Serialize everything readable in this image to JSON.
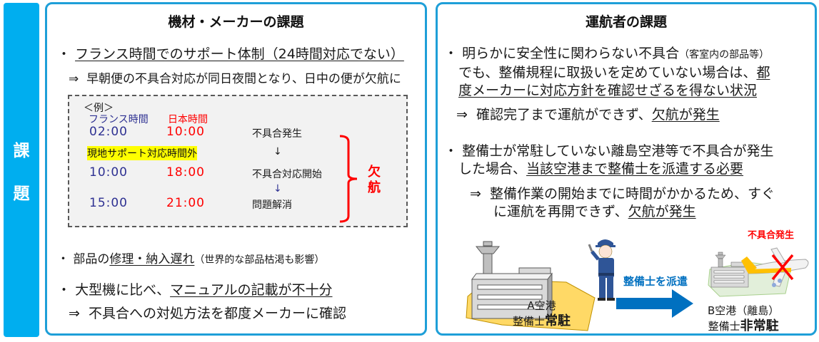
{
  "side_tab": {
    "chars": [
      "課",
      "題"
    ]
  },
  "left_panel": {
    "title": "機材・メーカーの課題",
    "bullet1": {
      "bullet": "・",
      "text": "フランス時間でのサポート体制（24時間対応でない）"
    },
    "bullet1_sub": {
      "arrow": "⇒",
      "text": "早朝便の不具合対応が同日夜間となり、日中の便が欠航に"
    },
    "example": {
      "label": "＜例＞",
      "col_france": "フランス時間",
      "col_japan": "日本時間",
      "rows": [
        {
          "france": "02:00",
          "japan": "10:00",
          "event": "不具合発生"
        },
        {
          "france": "10:00",
          "japan": "18:00",
          "event": "不具合対応開始"
        },
        {
          "france": "15:00",
          "japan": "21:00",
          "event": "問題解消"
        }
      ],
      "highlight_note": "現地サポート対応時間外",
      "down_arrow": "↓",
      "result": "欠航"
    },
    "bullet2": {
      "bullet": "・",
      "prefix": "部品の",
      "underlined": "修理・納入遅れ",
      "note": "（世界的な部品枯渇も影響）"
    },
    "bullet3": {
      "bullet": "・",
      "prefix": "大型機に比べ、",
      "underlined": "マニュアルの記載が不十分"
    },
    "bullet3_sub": {
      "arrow": "⇒",
      "text": "不具合への対処方法を都度メーカーに確認"
    }
  },
  "right_panel": {
    "title": "運航者の課題",
    "bullet1": {
      "bullet": "・",
      "line1": "明らかに安全性に関わらない不具合",
      "line1_note": "（客室内の部品等）",
      "line2_prefix": "でも、整備規程に取扱いを定めていない場合は、",
      "line2_underlined": "都",
      "line3_underlined": "度メーカーに対応方針を確認せざるを得ない状況"
    },
    "bullet1_sub": {
      "arrow": "⇒",
      "prefix": "確認完了まで運航ができず、",
      "underlined": "欠航が発生"
    },
    "bullet2": {
      "bullet": "・",
      "line1": "整備士が常駐していない離島空港等で不具合が発生",
      "line2_prefix": "した場合、",
      "line2_underlined": "当該空港まで整備士を派遣する必要"
    },
    "bullet2_sub": {
      "arrow": "⇒",
      "line1": "整備作業の開始までに時間がかかるため、すぐ",
      "line2_prefix": "に運航を再開できず、",
      "line2_underlined": "欠航が発生"
    },
    "illustration": {
      "defect_label": "不具合発生",
      "dispatch_label": "整備士を派遣",
      "airport_a": {
        "name": "A空港",
        "staff_prefix": "整備士",
        "staff_status": "常駐"
      },
      "airport_b": {
        "name": "B空港（離島）",
        "staff_prefix": "整備士",
        "staff_status": "非常駐"
      }
    }
  },
  "colors": {
    "accent": "#00aeef",
    "border": "#1e9fd8",
    "red": "#ff0000",
    "navy": "#2e3192",
    "highlight": "#ffff00",
    "arrow_blue": "#0070c0"
  }
}
